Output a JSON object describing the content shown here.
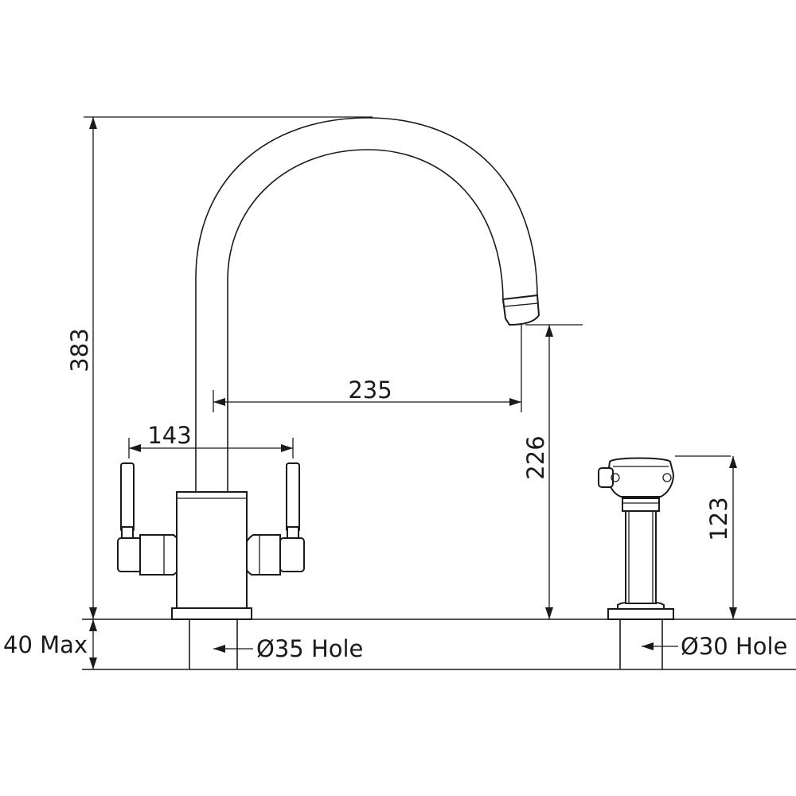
{
  "dimensions": {
    "overall_height": "383",
    "spout_reach": "235",
    "handle_span": "143",
    "spout_outlet_height": "226",
    "spray_height": "123",
    "deck_thickness": "40 Max",
    "tap_hole": "Ø35 Hole",
    "spray_hole": "Ø30 Hole"
  },
  "colors": {
    "line": "#1a1a1a",
    "background": "#ffffff"
  }
}
